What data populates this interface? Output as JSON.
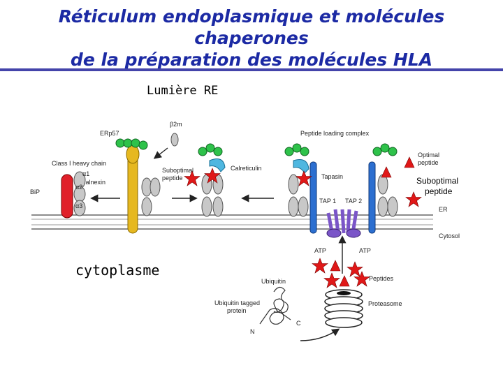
{
  "title": {
    "line1": "Réticulum endoplasmique et molécules chaperones",
    "line2": "de la préparation des molécules HLA"
  },
  "annotations": {
    "lumiere": "Lumière RE",
    "cytoplasme": "cytoplasme",
    "suboptimal_large_1": "Suboptimal",
    "suboptimal_large_2": "peptide"
  },
  "figure_labels": {
    "erp57": "ERp57",
    "b2m": "β2m",
    "plc": "Peptide loading complex",
    "optimal_1": "Optimal",
    "optimal_2": "peptide",
    "class1": "Class I heavy chain",
    "a1": "α1",
    "a2": "α2",
    "a3": "α3",
    "bip": "BiP",
    "calnexin": "Calnexin",
    "subopt_1": "Suboptimal",
    "subopt_2": "peptide",
    "calreticulin": "Calreticulin",
    "tapasin": "Tapasin",
    "tap1": "TAP 1",
    "tap2": "TAP 2",
    "er": "ER",
    "cytosol": "Cytosol",
    "atp1": "ATP",
    "atp2": "ATP",
    "ubiquitin": "Ubiquitin",
    "peptides": "Peptides",
    "ubiq_protein_1": "Ubiquitin tagged",
    "ubiq_protein_2": "protein",
    "proteasome": "Proteasome",
    "n_term": "N",
    "c_term": "C"
  },
  "colors": {
    "title": "#1c2aa4",
    "bip": "#e0202a",
    "calnexin": "#e6b820",
    "green_glycan": "#2ec24a",
    "calreticulin": "#4fb7e0",
    "tap": "#7a55c8",
    "tapasin": "#2c6fd0",
    "peptide_star": "#e01818",
    "membrane": "#555555"
  }
}
